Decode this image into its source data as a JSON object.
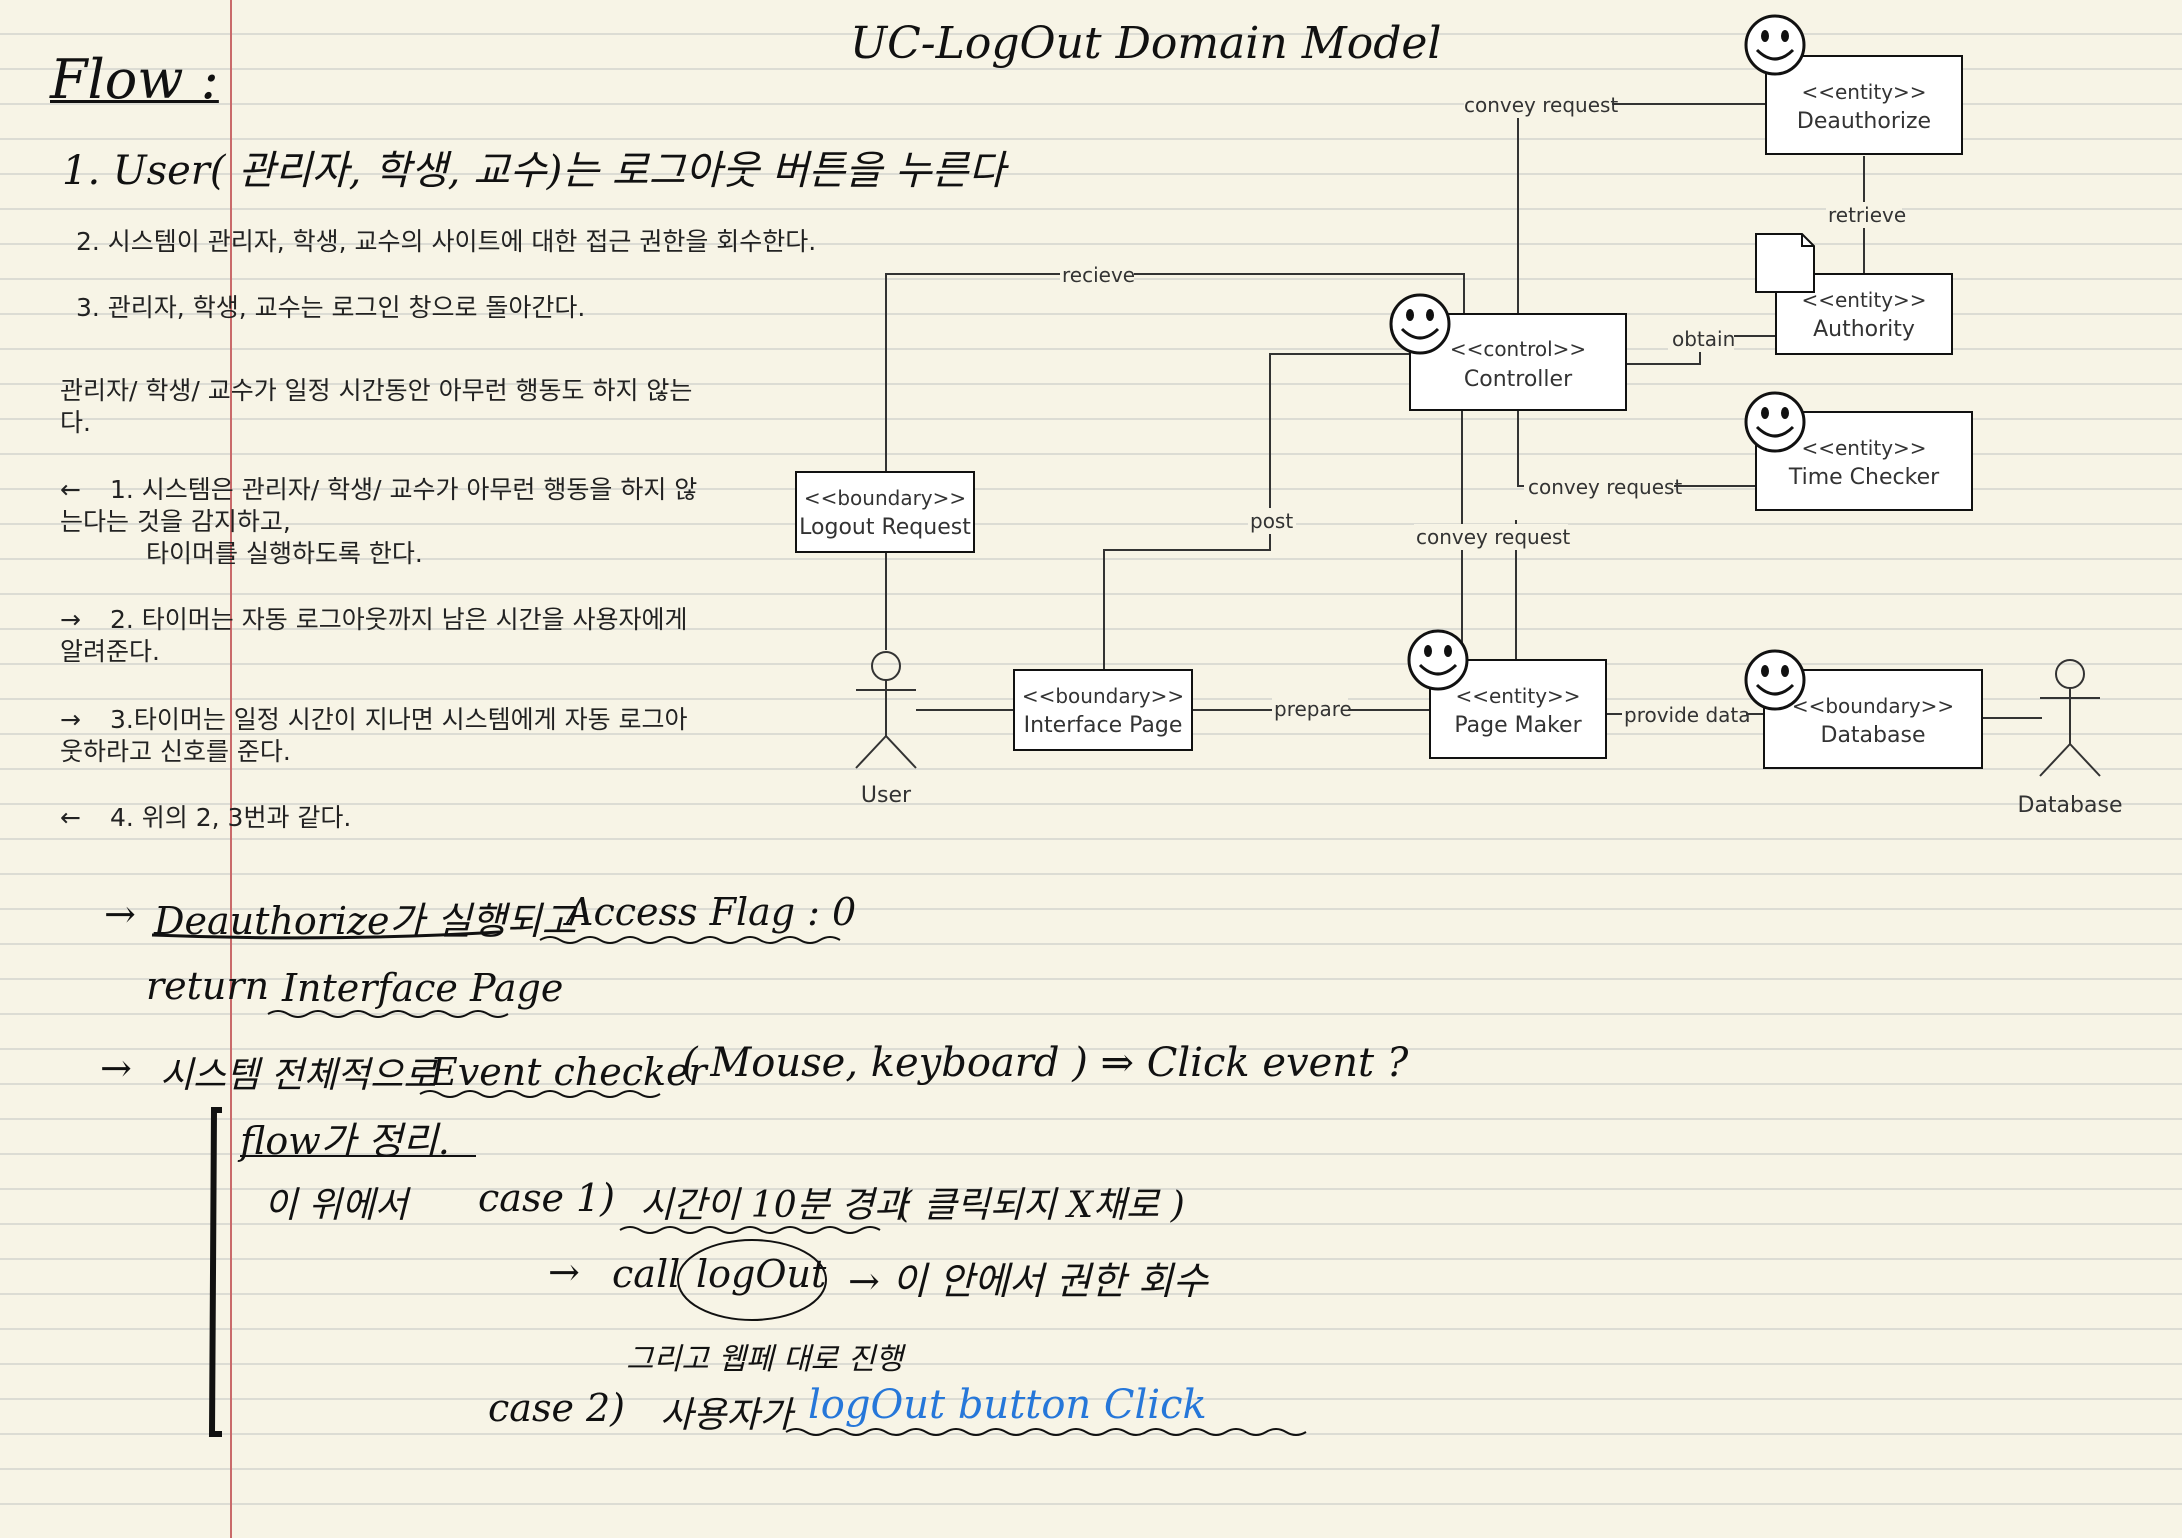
{
  "title": "UC-LogOut Domain Model",
  "flow_heading": "Flow :",
  "handwritten_step1": "1. User( 관리자, 학생, 교수)는 로그아웃 버튼을 누른다",
  "typed_steps": [
    "2. 시스템이 관리자, 학생, 교수의 사이트에 대한 접근 권한을 회수한다.",
    "3. 관리자, 학생, 교수는 로그인 창으로 돌아간다."
  ],
  "alt_flow": {
    "heading_line1": "관리자/ 학생/ 교수가 일정 시간동안 아무런 행동도 하지 않는",
    "heading_line2": "다.",
    "items": [
      {
        "arrow": "←",
        "line1": "1. 시스템은 관리자/ 학생/ 교수가 아무런 행동을 하지 않",
        "line2": "는다는 것을 감지하고,",
        "line3": "타이머를 실행하도록 한다."
      },
      {
        "arrow": "→",
        "line1": "2. 타이머는 자동 로그아웃까지 남은 시간을 사용자에게",
        "line2": "알려준다."
      },
      {
        "arrow": "→",
        "line1": "3.타이머는 일정 시간이 지나면 시스템에게 자동 로그아",
        "line2": "웃하라고 신호를 준다."
      },
      {
        "arrow": "←",
        "line1": "4. 위의 2, 3번과 같다."
      }
    ]
  },
  "notes": {
    "line1_arrow": "→",
    "line1_a": "Deauthorize가 실행되고",
    "line1_b": "Access Flag : 0",
    "line2_a": "return",
    "line2_b": "Interface Page",
    "line3_arrow": "→",
    "line3_a": "시스템 전체적으로",
    "line3_b": "Event checker",
    "line3_c": "( Mouse, keyboard ) ⇒ Click event ?",
    "line4": "flow가 정리.",
    "line5_a": "이 위에서",
    "line5_b": "case 1)",
    "line5_c": "시간이 10분 경과",
    "line5_d": "( 클릭되지 X채로 )",
    "line6_arrow": "→",
    "line6_a": "call",
    "line6_b": "logOut",
    "line6_c": "→ 이 안에서   권한 회수",
    "line7": "그리고 웹페 대로 진행",
    "line8_a": "case 2)",
    "line8_b": "사용자가",
    "line8_c": "logOut   button   Click"
  },
  "diagram": {
    "boxes": {
      "deauthorize": {
        "stereotype": "<<entity>>",
        "name": "Deauthorize"
      },
      "authority": {
        "stereotype": "<<entity>>",
        "name": "Authority"
      },
      "controller": {
        "stereotype": "<<control>>",
        "name": "Controller"
      },
      "time_checker": {
        "stereotype": "<<entity>>",
        "name": "Time Checker"
      },
      "logout_request": {
        "stereotype": "<<boundary>>",
        "name": "Logout Request"
      },
      "interface_page": {
        "stereotype": "<<boundary>>",
        "name": "Interface Page"
      },
      "page_maker": {
        "stereotype": "<<entity>>",
        "name": "Page Maker"
      },
      "database_boundary": {
        "stereotype": "<<boundary>>",
        "name": "Database"
      }
    },
    "edge_labels": {
      "convey_request_top": "convey request",
      "retrieve": "retrieve",
      "recieve": "recieve",
      "obtain": "obtain",
      "convey_request_mid": "convey request",
      "post": "post",
      "convey_request_low": "convey request",
      "prepare": "prepare",
      "provide_data": "provide data"
    },
    "actors": {
      "user": "User",
      "database": "Database"
    }
  },
  "colors": {
    "paper": "#f7f4e6",
    "rule_line": "#dcdcd4",
    "margin_line": "#c96a6a",
    "ink": "#111111",
    "blue_ink": "#2677d9"
  }
}
